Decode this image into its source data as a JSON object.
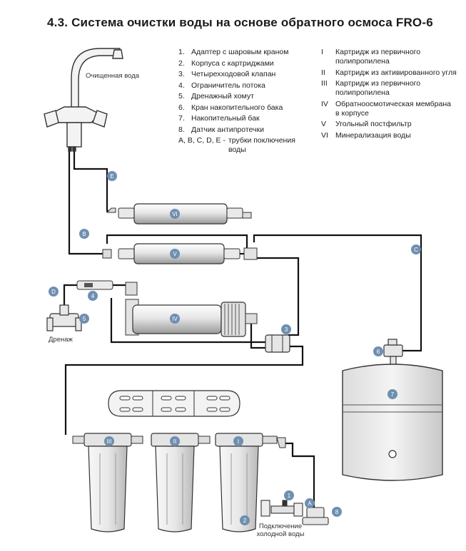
{
  "title": "4.3. Система очистки воды на основе обратного осмоса FRO-6",
  "legend_numbers": [
    {
      "num": "1.",
      "text": "Адаптер с шаровым краном"
    },
    {
      "num": "2.",
      "text": "Корпуса с картриджами"
    },
    {
      "num": "3.",
      "text": "Четырехходовой клапан"
    },
    {
      "num": "4.",
      "text": "Ограничитель потока"
    },
    {
      "num": "5.",
      "text": "Дренажный хомут"
    },
    {
      "num": "6.",
      "text": "Кран накопительного бака"
    },
    {
      "num": "7.",
      "text": "Накопительный бак"
    },
    {
      "num": "8.",
      "text": "Датчик антипротечки"
    },
    {
      "num": "A, B, C, D, E -",
      "text": "трубки поключения воды"
    }
  ],
  "legend_roman": [
    {
      "num": "I",
      "text": "Картридж из первичного полипропилена"
    },
    {
      "num": "II",
      "text": "Картридж из активированного угля"
    },
    {
      "num": "III",
      "text": "Картридж из первичного полипропилена"
    },
    {
      "num": "IV",
      "text": "Обратноосмотическая мембрана в корпусе"
    },
    {
      "num": "V",
      "text": "Угольный постфильтр"
    },
    {
      "num": "VI",
      "text": "Минерализация воды"
    }
  ],
  "labels": {
    "clean_water": "Очищенная вода",
    "drain": "Дренаж",
    "cold_water": "Подключение холодной воды"
  },
  "markers": {
    "E": "E",
    "B": "B",
    "C": "C",
    "D": "D",
    "A": "A",
    "m1": "1",
    "m2": "2",
    "m3": "3",
    "m4": "4",
    "m5": "5",
    "m6": "6",
    "m7": "7",
    "m8": "8",
    "mI": "I",
    "mII": "II",
    "mIII": "III",
    "mIV": "IV",
    "mV": "V",
    "mVI": "VI"
  },
  "colors": {
    "marker": "#6f8fb0",
    "line": "#111111",
    "device_fill": "#f2f2f2",
    "device_stroke": "#333333"
  }
}
